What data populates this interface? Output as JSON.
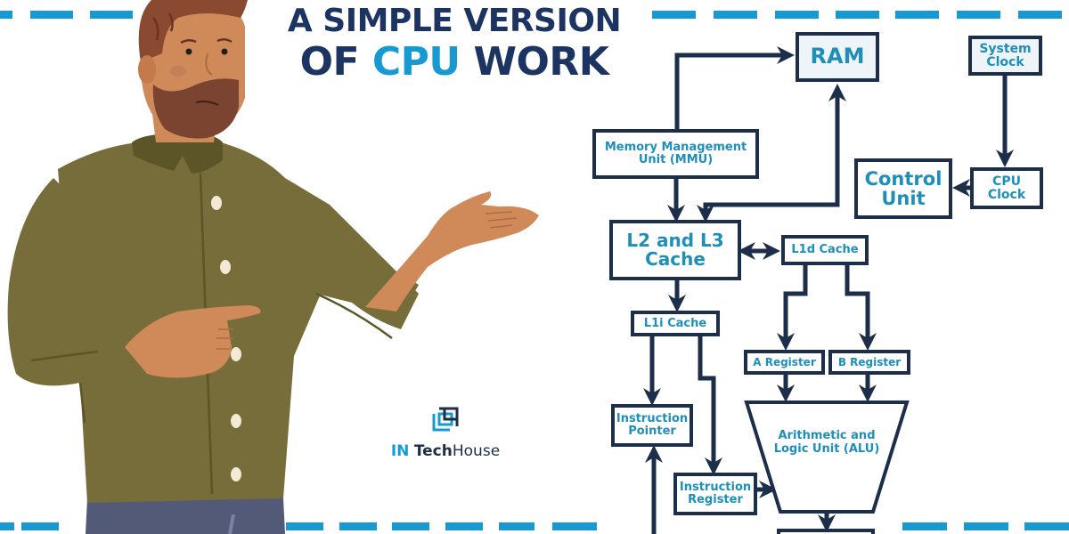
{
  "title": {
    "line1": "A SIMPLE VERSION",
    "line2_prefix": "OF ",
    "line2_accent": "CPU",
    "line2_suffix": " WORK"
  },
  "colors": {
    "title_dark": "#1c3461",
    "accent_blue": "#1799d2",
    "box_border": "#1c2e4a",
    "box_text": "#1e8fb8",
    "dash": "#1799d2",
    "shirt": "#766d3a",
    "skin": "#d08a5a",
    "beard": "#7a4430",
    "jeans": "#535a78"
  },
  "logo": {
    "icon": "intechhouse-logo-icon",
    "in": "IN",
    "tech": "Tech",
    "house": "House"
  },
  "illustration": {
    "subject": "bearded man in green shirt presenting with open palm"
  },
  "diagram": {
    "nodes": {
      "ram": "RAM",
      "system_clock": "System Clock",
      "mmu": "Memory Management Unit (MMU)",
      "control_unit": "Control Unit",
      "cpu_clock": "CPU Clock",
      "l2l3": "L2 and L3 Cache",
      "l1d": "L1d Cache",
      "l1i": "L1i Cache",
      "a_register": "A Register",
      "b_register": "B Register",
      "instruction_pointer": "Instruction Pointer",
      "instruction_register": "Instruction Register",
      "alu": "Arithmetic and Logic Unit (ALU)"
    },
    "edges": [
      [
        "mmu",
        "ram"
      ],
      [
        "ram",
        "l2l3"
      ],
      [
        "mmu",
        "l2l3"
      ],
      [
        "system_clock",
        "cpu_clock"
      ],
      [
        "cpu_clock",
        "control_unit"
      ],
      [
        "l2l3",
        "l1d",
        "bidirectional"
      ],
      [
        "l2l3",
        "l1i"
      ],
      [
        "l1d",
        "a_register"
      ],
      [
        "l1d",
        "b_register"
      ],
      [
        "l1i",
        "instruction_pointer"
      ],
      [
        "l1i",
        "instruction_register"
      ],
      [
        "a_register",
        "alu"
      ],
      [
        "b_register",
        "alu"
      ],
      [
        "instruction_register",
        "alu"
      ],
      [
        "alu",
        "output"
      ]
    ]
  }
}
